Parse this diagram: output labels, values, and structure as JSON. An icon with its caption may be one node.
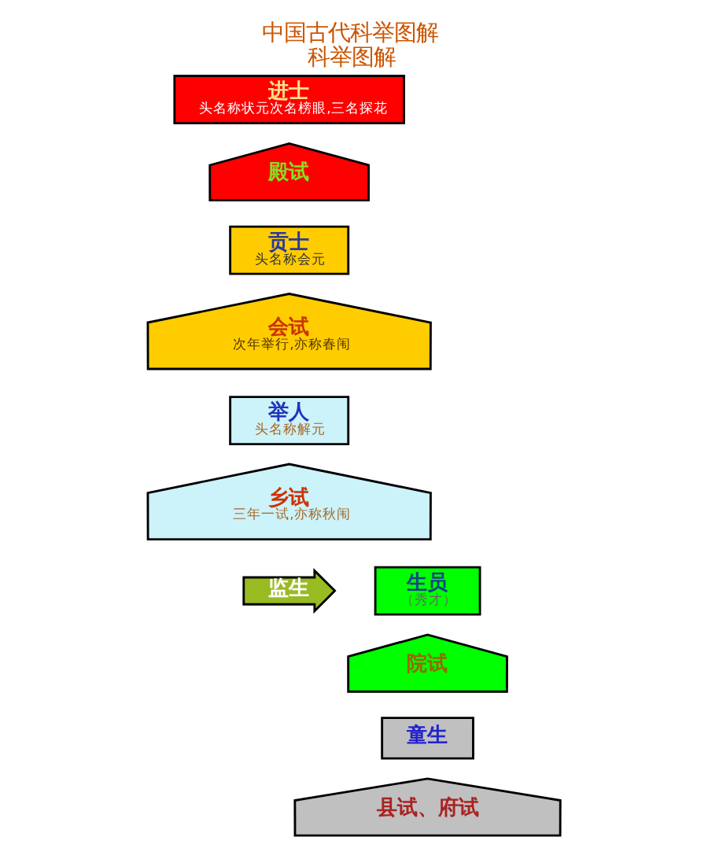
{
  "diagram": {
    "title": "中国古代科举图解",
    "caption": "科举图解",
    "nodes": [
      {
        "text": [
          "进士",
          "头名称状元次名榜眼,三名探花"
        ]
      },
      {
        "text": [
          "殿试"
        ]
      },
      {
        "text": [
          "贡士",
          "头名称会元"
        ]
      },
      {
        "text": [
          "会试",
          "次年举行,亦称春闱"
        ]
      },
      {
        "text": [
          "举人",
          "头名称解元"
        ]
      },
      {
        "text": [
          "乡试",
          "三年一试,亦称秋闱"
        ]
      },
      {
        "text": [
          "监生"
        ]
      },
      {
        "text": [
          "生员",
          "（秀才）"
        ]
      },
      {
        "text": [
          "院试"
        ]
      },
      {
        "text": [
          "童生"
        ]
      },
      {
        "text": [
          "县试、府试"
        ]
      }
    ],
    "edges": []
  }
}
